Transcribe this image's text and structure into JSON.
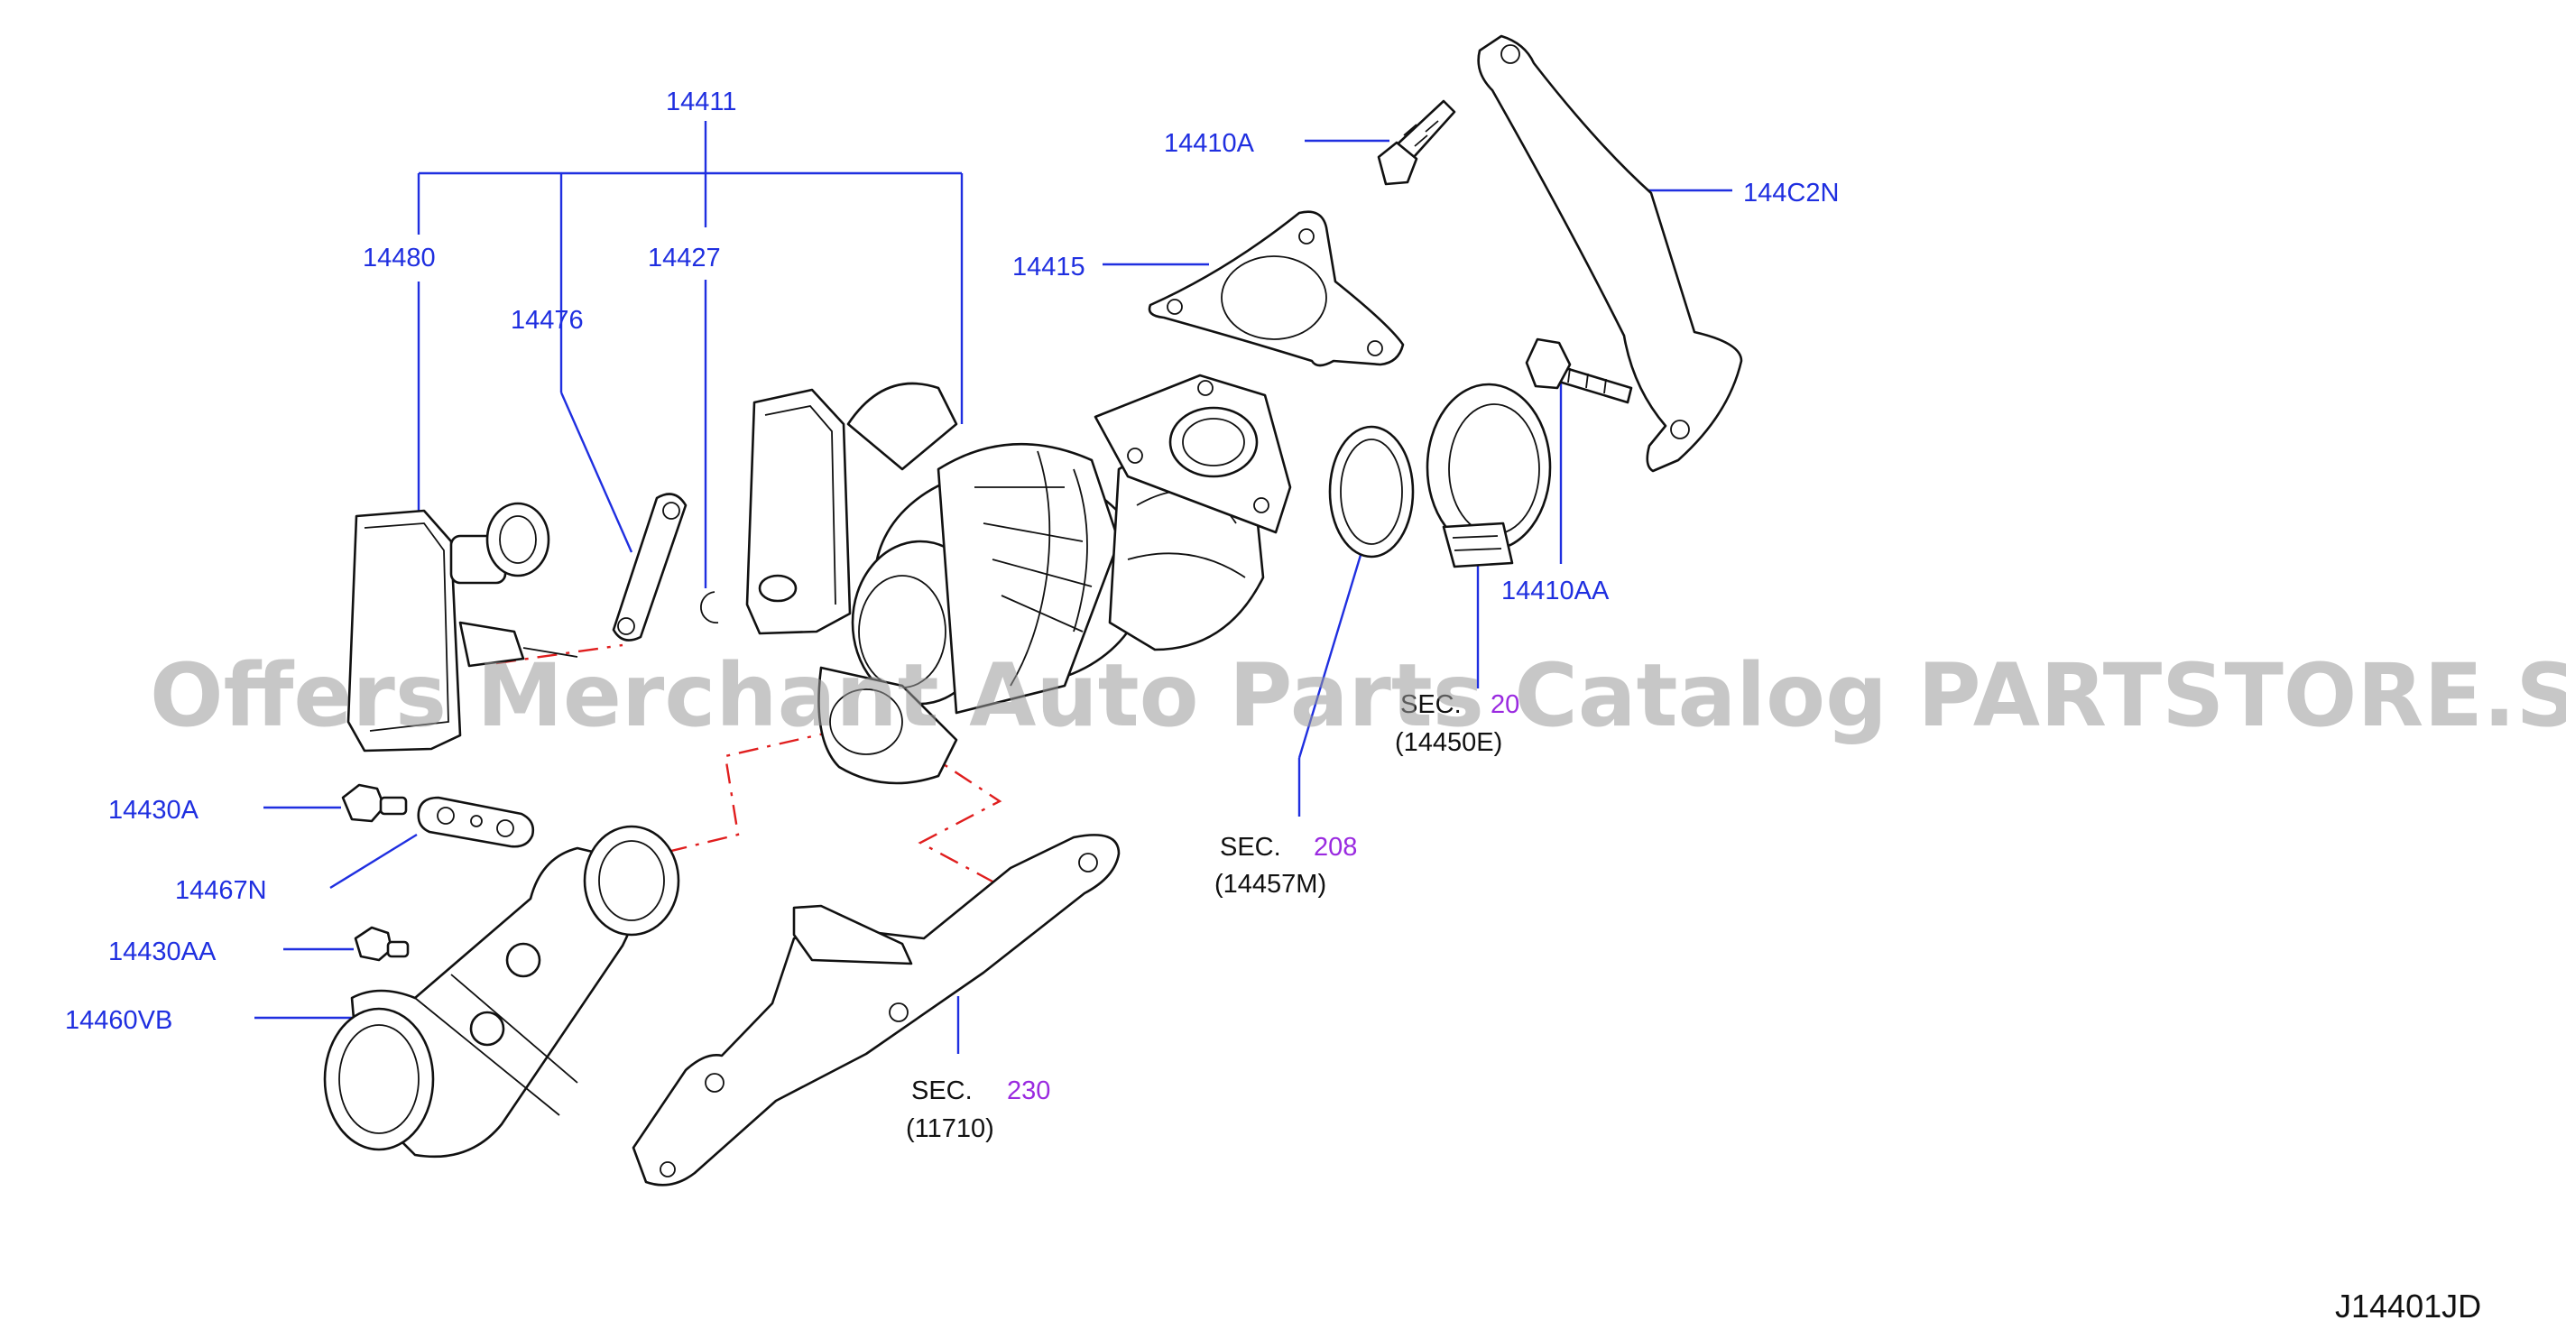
{
  "labels": {
    "p14411": "14411",
    "p14480": "14480",
    "p14427": "14427",
    "p14476": "14476",
    "p14410A": "14410A",
    "p14415": "14415",
    "p144C2N": "144C2N",
    "p14410AA": "14410AA",
    "p14430A": "14430A",
    "p14467N": "14467N",
    "p14430AA": "14430AA",
    "p14460VB": "14460VB"
  },
  "sections": {
    "sec_prefix": "SEC.",
    "sec_a_ref_partial": "20",
    "sec_a_sub": "(14450E)",
    "sec_b_ref": "208",
    "sec_b_sub": "(14457M)",
    "sec_c_ref": "230",
    "sec_c_sub": "(11710)"
  },
  "diagram_code": "J14401JD",
  "watermark": "Offers Merchant Auto Parts Catalog PARTSTORE.SA",
  "colors": {
    "callout": "#1f2fe0",
    "section_ref": "#9a2ae0",
    "hidden_line": "#e01e1e",
    "watermark": "#9a9a9a"
  }
}
